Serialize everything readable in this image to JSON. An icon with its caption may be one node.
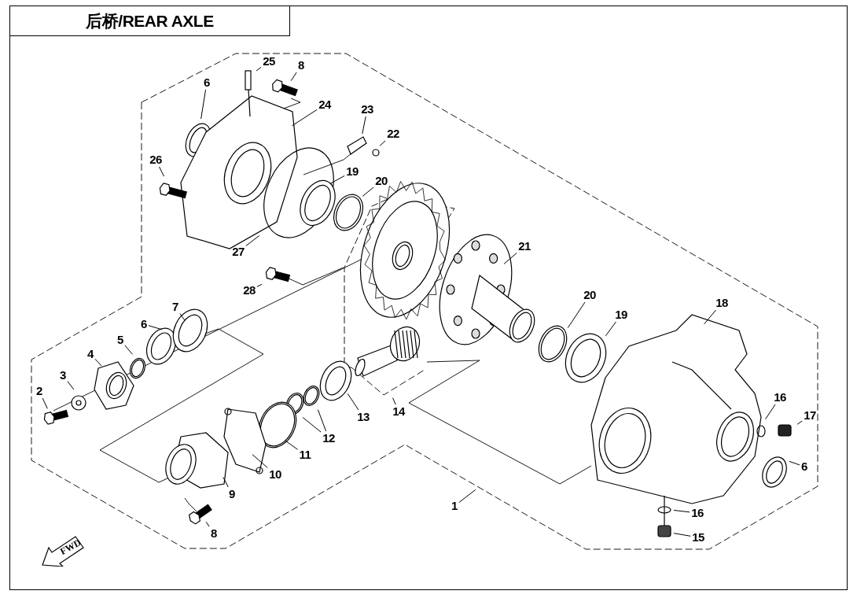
{
  "diagram": {
    "title": "后桥/REAR AXLE",
    "nodes": [
      {
        "text": [
          "25"
        ]
      },
      {
        "text": [
          "8"
        ]
      },
      {
        "text": [
          "6"
        ]
      },
      {
        "text": [
          "24"
        ]
      },
      {
        "text": [
          "23"
        ]
      },
      {
        "text": [
          "22"
        ]
      },
      {
        "text": [
          "26"
        ]
      },
      {
        "text": [
          "19"
        ]
      },
      {
        "text": [
          "20"
        ]
      },
      {
        "text": [
          "21"
        ]
      },
      {
        "text": [
          "27"
        ]
      },
      {
        "text": [
          "28"
        ]
      },
      {
        "text": [
          "20"
        ]
      },
      {
        "text": [
          "18"
        ]
      },
      {
        "text": [
          "7"
        ]
      },
      {
        "text": [
          "19"
        ]
      },
      {
        "text": [
          "6"
        ]
      },
      {
        "text": [
          "5"
        ]
      },
      {
        "text": [
          "4"
        ]
      },
      {
        "text": [
          "3"
        ]
      },
      {
        "text": [
          "2"
        ]
      },
      {
        "text": [
          "16"
        ]
      },
      {
        "text": [
          "14"
        ]
      },
      {
        "text": [
          "17"
        ]
      },
      {
        "text": [
          "13"
        ]
      },
      {
        "text": [
          "12"
        ]
      },
      {
        "text": [
          "11"
        ]
      },
      {
        "text": [
          "6"
        ]
      },
      {
        "text": [
          "10"
        ]
      },
      {
        "text": [
          "9"
        ]
      },
      {
        "text": [
          "1"
        ]
      },
      {
        "text": [
          "16"
        ]
      },
      {
        "text": [
          "8"
        ]
      },
      {
        "text": [
          "15"
        ]
      },
      {
        "text": [
          "FWD"
        ]
      }
    ],
    "edges": [
      {
        "from": 0,
        "to": null,
        "arrow": "none"
      },
      {
        "from": 1,
        "to": null,
        "arrow": "none"
      },
      {
        "from": 2,
        "to": null,
        "arrow": "none"
      },
      {
        "from": 3,
        "to": null,
        "arrow": "none"
      },
      {
        "from": 4,
        "to": null,
        "arrow": "none"
      },
      {
        "from": 5,
        "to": null,
        "arrow": "none"
      },
      {
        "from": 6,
        "to": null,
        "arrow": "none"
      },
      {
        "from": 7,
        "to": null,
        "arrow": "none"
      },
      {
        "from": 8,
        "to": null,
        "arrow": "none"
      },
      {
        "from": 9,
        "to": null,
        "arrow": "none"
      },
      {
        "from": 10,
        "to": null,
        "arrow": "none"
      },
      {
        "from": 11,
        "to": null,
        "arrow": "none"
      },
      {
        "from": 12,
        "to": null,
        "arrow": "none"
      },
      {
        "from": 13,
        "to": null,
        "arrow": "none"
      },
      {
        "from": 14,
        "to": null,
        "arrow": "none"
      },
      {
        "from": 15,
        "to": null,
        "arrow": "none"
      },
      {
        "from": 16,
        "to": null,
        "arrow": "none"
      },
      {
        "from": 17,
        "to": null,
        "arrow": "none"
      },
      {
        "from": 18,
        "to": null,
        "arrow": "none"
      },
      {
        "from": 19,
        "to": null,
        "arrow": "none"
      },
      {
        "from": 20,
        "to": null,
        "arrow": "none"
      },
      {
        "from": 21,
        "to": null,
        "arrow": "none"
      },
      {
        "from": 22,
        "to": null,
        "arrow": "none"
      },
      {
        "from": 23,
        "to": null,
        "arrow": "none"
      },
      {
        "from": 24,
        "to": null,
        "arrow": "none"
      },
      {
        "from": 25,
        "to": null,
        "arrow": "none"
      },
      {
        "from": 25,
        "to": null,
        "arrow": "none"
      },
      {
        "from": 26,
        "to": null,
        "arrow": "none"
      },
      {
        "from": 27,
        "to": null,
        "arrow": "none"
      },
      {
        "from": 28,
        "to": null,
        "arrow": "none"
      },
      {
        "from": 29,
        "to": null,
        "arrow": "none"
      },
      {
        "from": 30,
        "to": null,
        "arrow": "none"
      },
      {
        "from": 31,
        "to": null,
        "arrow": "none"
      },
      {
        "from": 32,
        "to": null,
        "arrow": "none"
      },
      {
        "from": 33,
        "to": null,
        "arrow": "none"
      }
    ]
  }
}
